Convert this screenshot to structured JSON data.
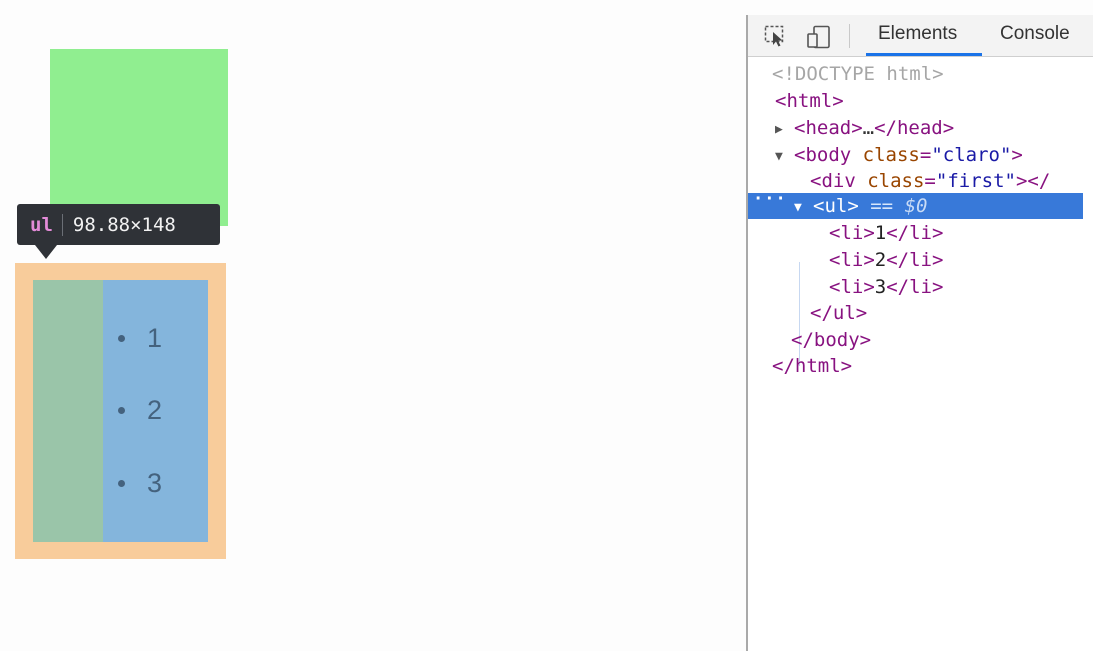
{
  "page": {
    "tooltip": {
      "tag": "ul",
      "dimensions": "98.88×148"
    },
    "list_items": [
      "1",
      "2",
      "3"
    ],
    "colors": {
      "green_box": "#90ee90",
      "margin": "#f8cc9b",
      "padding": "#9ac5a9",
      "content": "#84b5dc"
    }
  },
  "devtools": {
    "toolbar": {
      "inspect_icon": "inspect-element-icon",
      "device_icon": "device-toolbar-icon",
      "tabs": [
        "Elements",
        "Console"
      ]
    },
    "dom": {
      "doctype": "<!DOCTYPE html>",
      "html_open": "<html>",
      "head_open": "<head>",
      "head_ellipsis": "…",
      "head_close": "</head>",
      "body_open": "<body",
      "body_attr_name": "class",
      "body_attr_value": "\"claro\"",
      "body_open_end": ">",
      "div_open": "<div",
      "div_attr_name": "class",
      "div_attr_value": "\"first\"",
      "div_tail": "></",
      "ul_open": "<ul>",
      "selected_eq": "==",
      "selected_ref": "$0",
      "li_open": "<li>",
      "li_close": "</li>",
      "li_items": [
        "1",
        "2",
        "3"
      ],
      "ul_close": "</ul>",
      "body_close": "</body>",
      "html_close": "</html>",
      "selected_ellipsis": "···"
    }
  }
}
